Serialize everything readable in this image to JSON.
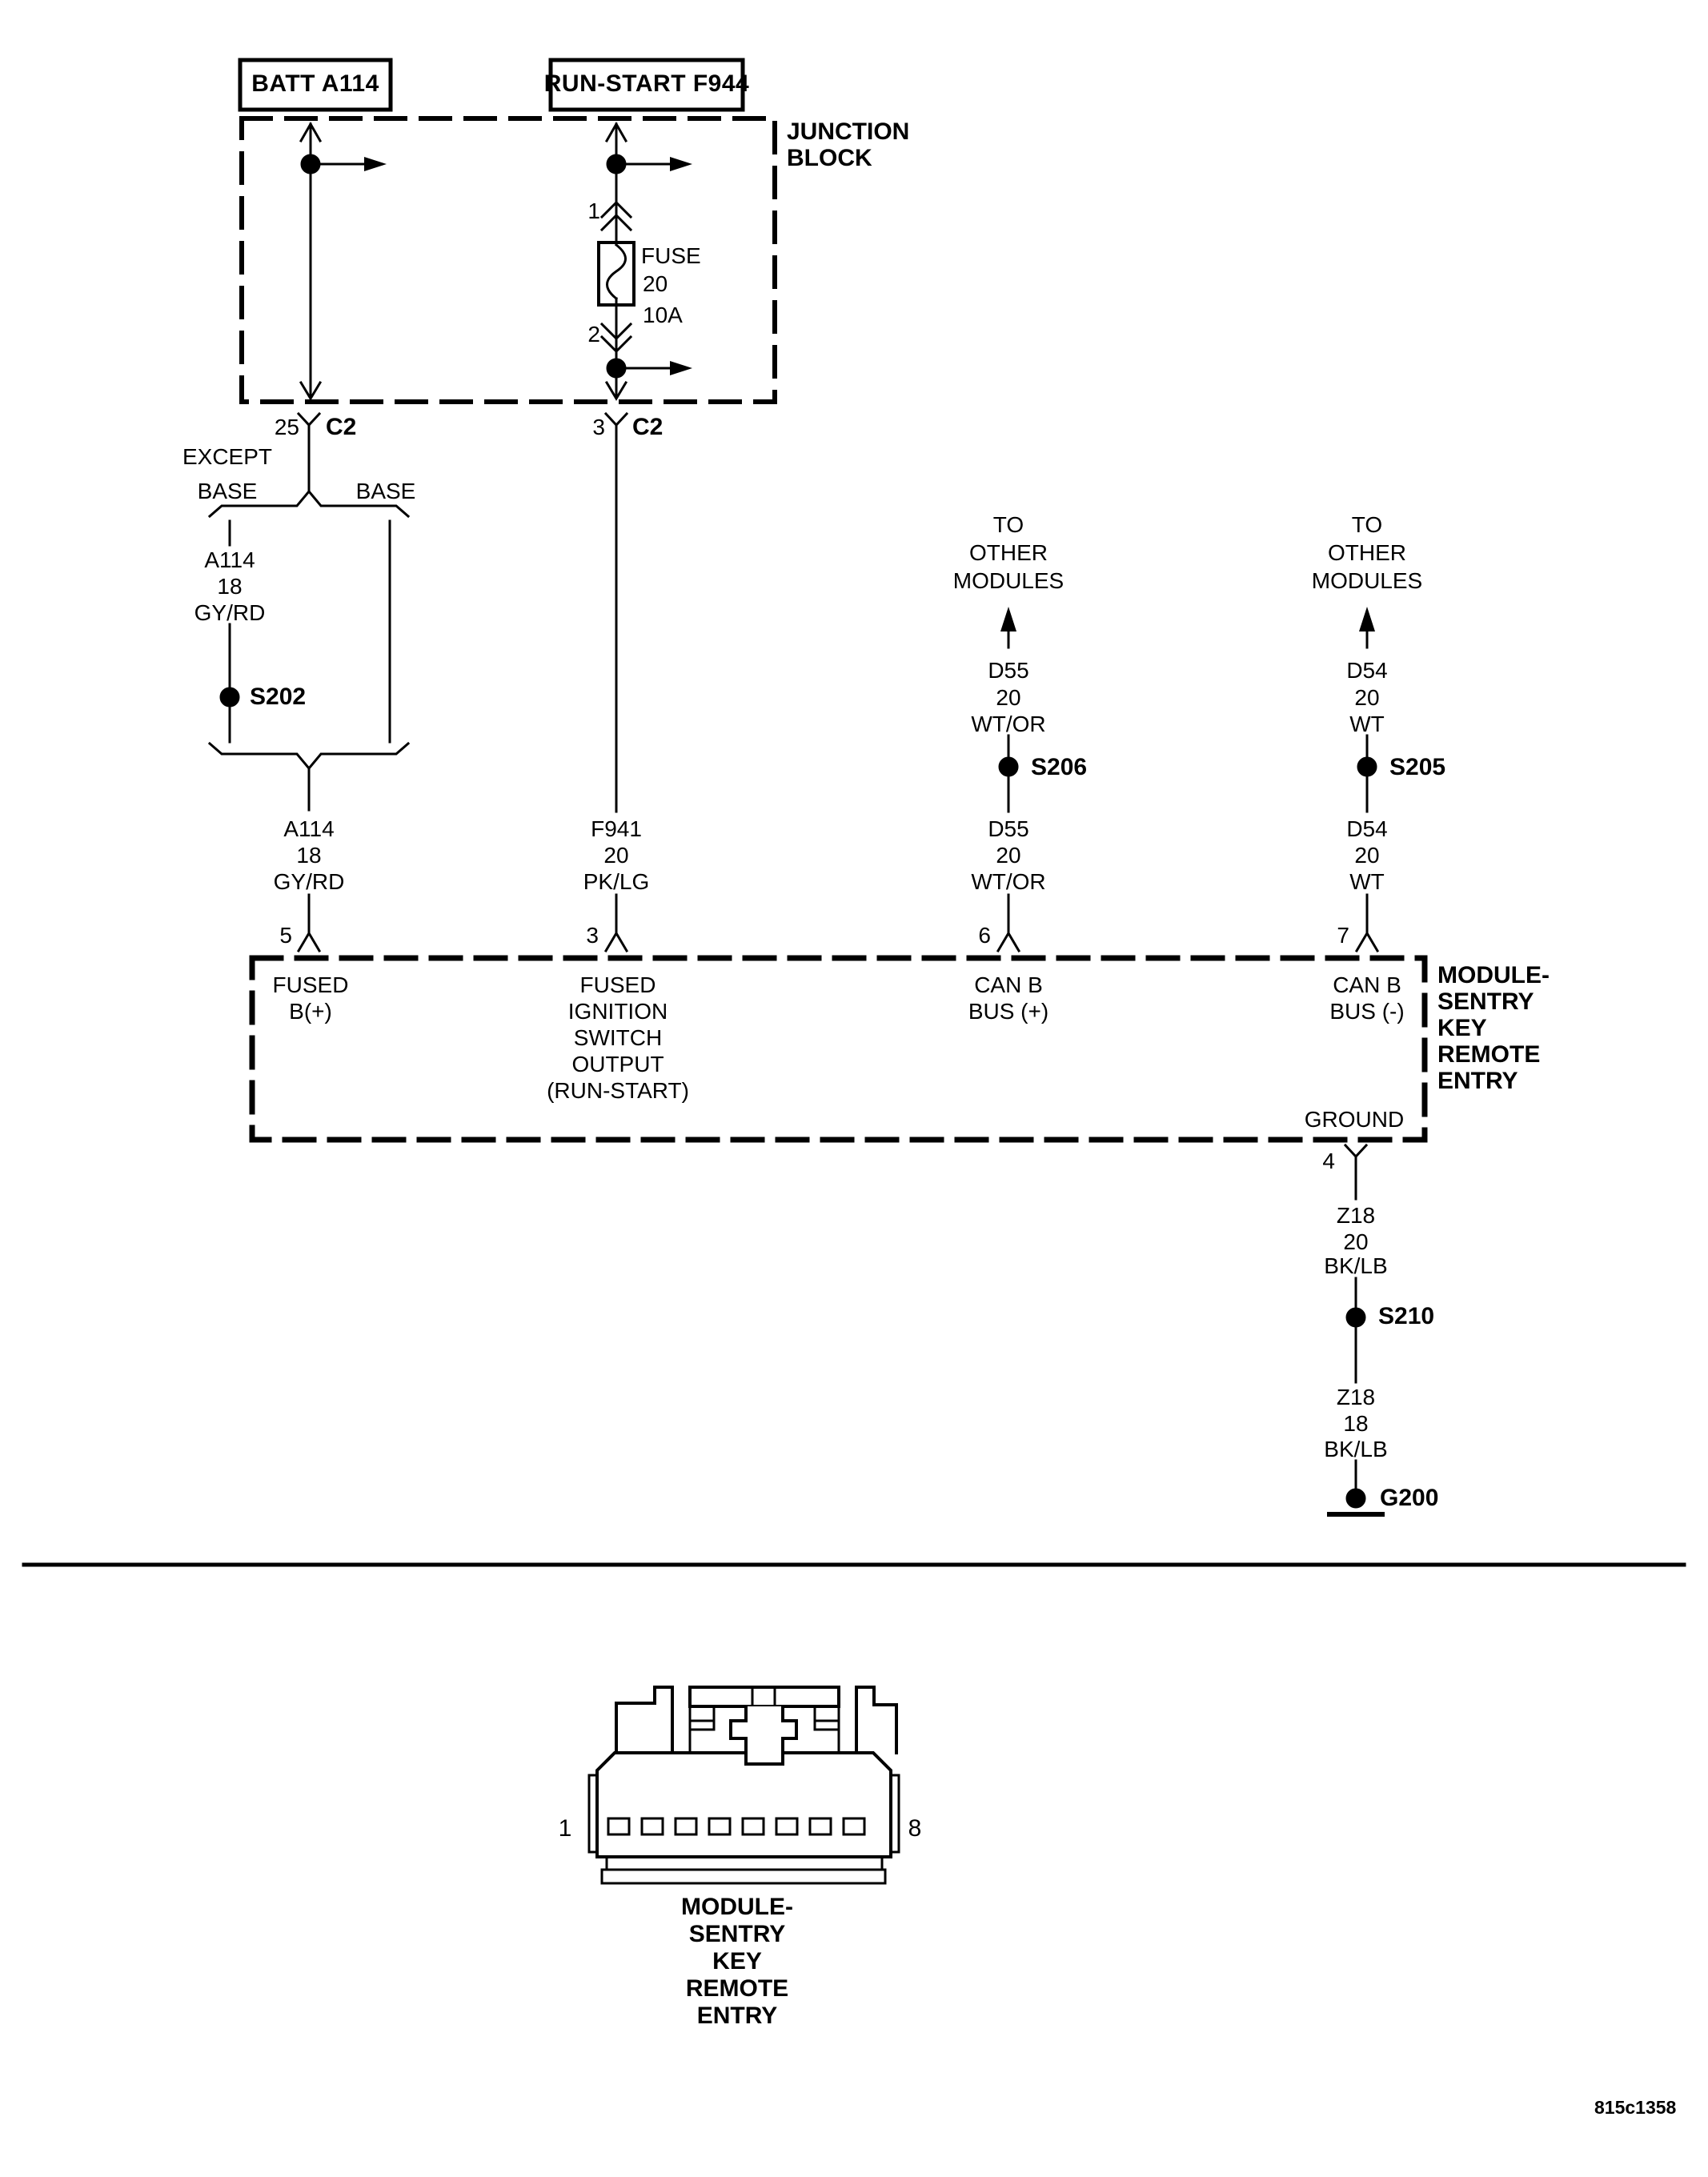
{
  "junction": {
    "title": [
      "JUNCTION",
      "BLOCK"
    ],
    "batt_feed_label": "BATT A114",
    "runstart_feed_label": "RUN-START F944",
    "fuse": {
      "pin_in": "1",
      "name": "FUSE",
      "cavity": "20",
      "rating": "10A",
      "pin_out": "2"
    },
    "exit_left": {
      "pin": "25",
      "connector": "C2"
    },
    "exit_right": {
      "pin": "3",
      "connector": "C2"
    }
  },
  "branch": {
    "left_option": [
      "EXCEPT",
      "BASE"
    ],
    "right_option": "BASE",
    "wire": [
      "A114",
      "18",
      "GY/RD"
    ],
    "splice": "S202"
  },
  "wires": {
    "batt": [
      "A114",
      "18",
      "GY/RD"
    ],
    "ignition": [
      "F941",
      "20",
      "PK/LG"
    ],
    "can_plus_upper": [
      "D55",
      "20",
      "WT/OR"
    ],
    "can_plus_lower": [
      "D55",
      "20",
      "WT/OR"
    ],
    "can_minus_upper": [
      "D54",
      "20",
      "WT"
    ],
    "can_minus_lower": [
      "D54",
      "20",
      "WT"
    ],
    "ground_upper": [
      "Z18",
      "20",
      "BK/LB"
    ],
    "ground_lower": [
      "Z18",
      "18",
      "BK/LB"
    ]
  },
  "other_modules_label": [
    "TO",
    "OTHER",
    "MODULES"
  ],
  "splices": {
    "can_plus": "S206",
    "can_minus": "S205",
    "ground": "S210"
  },
  "ground_point": "G200",
  "module": {
    "name": [
      "MODULE-",
      "SENTRY",
      "KEY",
      "REMOTE",
      "ENTRY"
    ],
    "pin5": {
      "num": "5",
      "label": [
        "FUSED",
        "B(+)"
      ]
    },
    "pin3": {
      "num": "3",
      "label": [
        "FUSED",
        "IGNITION",
        "SWITCH",
        "OUTPUT",
        "(RUN-START)"
      ]
    },
    "pin6": {
      "num": "6",
      "label": [
        "CAN B",
        "BUS (+)"
      ]
    },
    "pin7": {
      "num": "7",
      "label": [
        "CAN B",
        "BUS (-)"
      ]
    },
    "pin4": {
      "num": "4",
      "label": "GROUND"
    }
  },
  "connector_view": {
    "left_pin": "1",
    "right_pin": "8",
    "caption": [
      "MODULE-",
      "SENTRY",
      "KEY",
      "REMOTE",
      "ENTRY"
    ]
  },
  "footer": {
    "figure_id": "815c1358"
  }
}
